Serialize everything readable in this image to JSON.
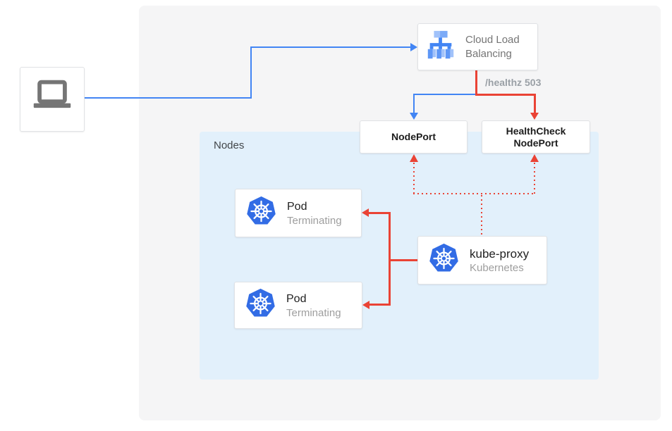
{
  "colors": {
    "blue_flow": "#4285f4",
    "red_flow": "#ea4335",
    "panel_bg": "#f5f5f6",
    "nodes_bg": "#e2f0fb",
    "kubernetes_blue": "#326ce5",
    "icon_gray": "#757575"
  },
  "client": {
    "icon": "laptop-icon"
  },
  "load_balancer": {
    "label": "Cloud Load Balancing",
    "icon": "cloud-load-balancing-icon"
  },
  "health_check_label": "/healthz 503",
  "node_port": {
    "label": "NodePort"
  },
  "health_check_node_port": {
    "label": "HealthCheck NodePort"
  },
  "nodes": {
    "label": "Nodes",
    "pods": [
      {
        "title": "Pod",
        "status": "Terminating",
        "icon": "kubernetes-icon"
      },
      {
        "title": "Pod",
        "status": "Terminating",
        "icon": "kubernetes-icon"
      }
    ],
    "kube_proxy": {
      "title": "kube-proxy",
      "subtitle": "Kubernetes",
      "icon": "kubernetes-icon"
    }
  }
}
